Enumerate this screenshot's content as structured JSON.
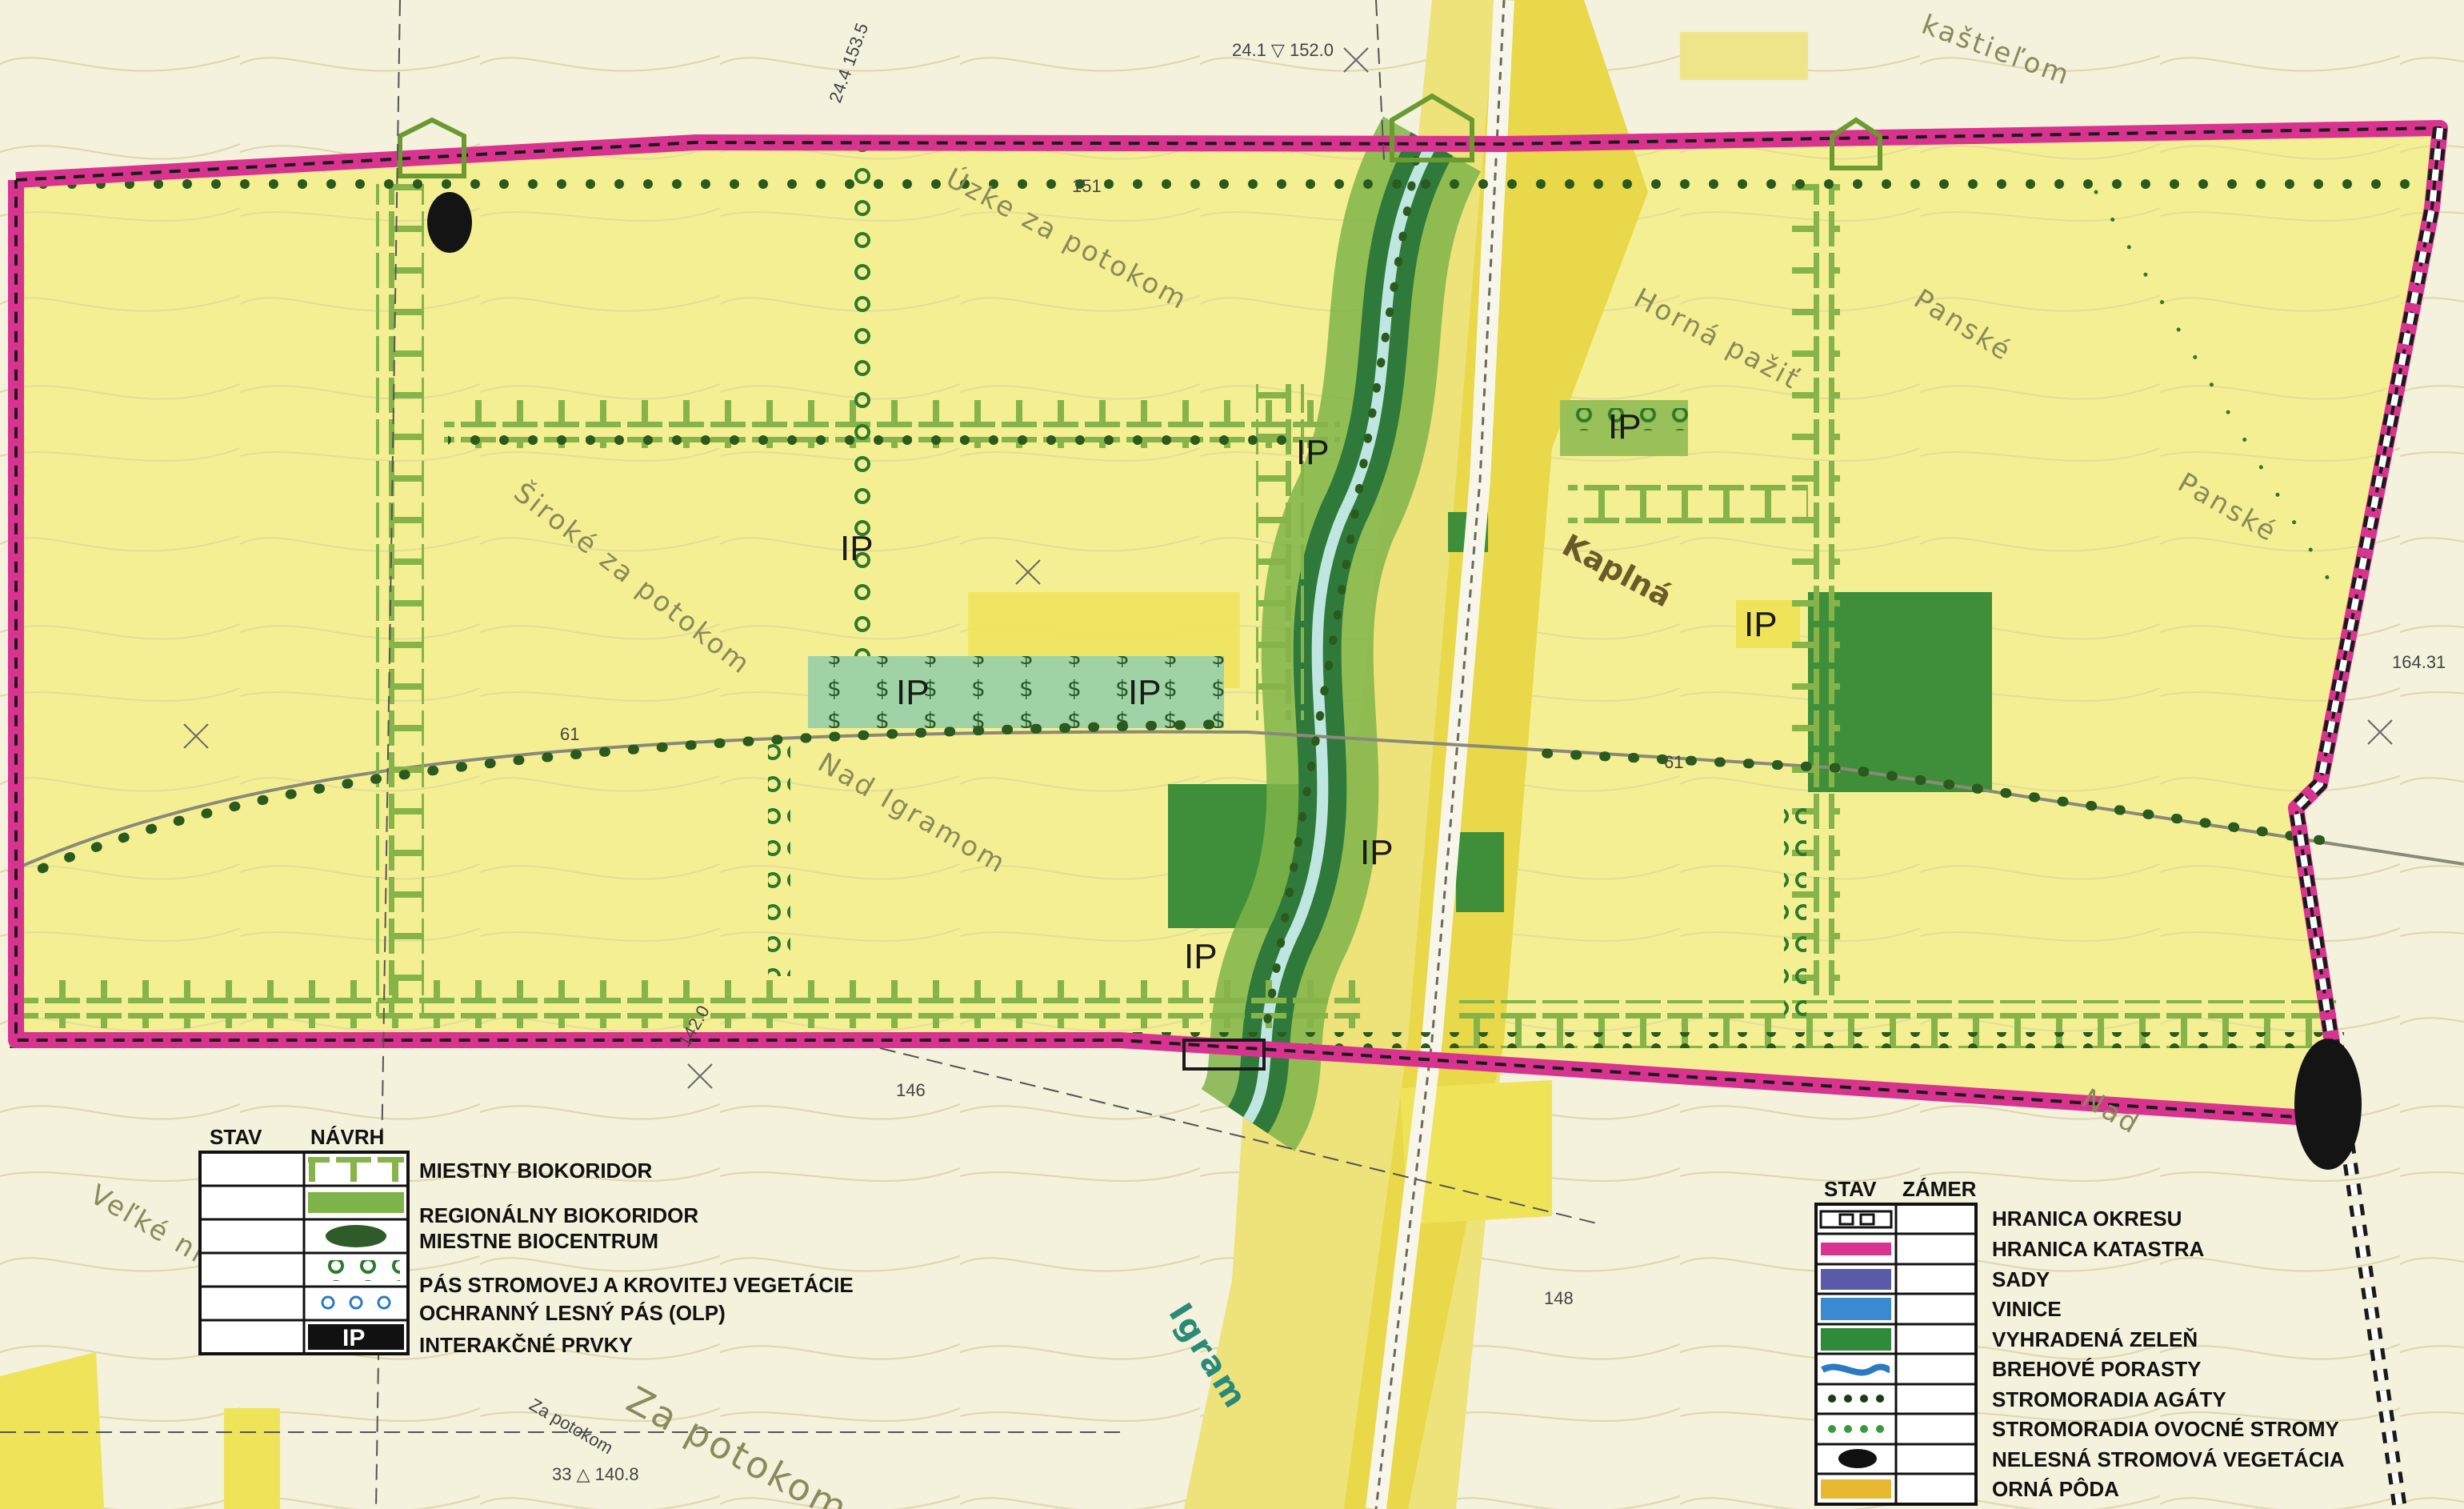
{
  "place_names": {
    "uzke": "Úzke za potokom",
    "siroke": "Široké za potokom",
    "nad_igramom": "Nad Igramom",
    "horna_pazit": "Horná pažiť",
    "panske_1": "Panské",
    "panske_2": "Panské",
    "kaplna": "Kaplná",
    "igram": "Igram",
    "za_potokom": "Za potokom",
    "za_potokom_small": "Za potokom",
    "kastielom": "kaštieľom",
    "velke": "Veľké ni",
    "nad_right": "Nad"
  },
  "ip_labels": [
    "IP",
    "IP",
    "IP",
    "IP",
    "IP",
    "IP",
    "IP",
    "IP"
  ],
  "numbers": {
    "road_61a": "61",
    "road_61b": "61",
    "n_151": "151",
    "n_146": "146",
    "n_148": "148",
    "n_1620": "24.1 ▽ 152.0",
    "n_1535": "24.4 153.5",
    "n_1408": "33 △ 140.8",
    "n_1431": "164.31",
    "n_1420": "142.0"
  },
  "legend_left": {
    "col_stav": "STAV",
    "col_navrh": "NÁVRH",
    "items": [
      {
        "label": "MIESTNY BIOKORIDOR",
        "icon": "local-biocorridor-icon"
      },
      {
        "label": "REGIONÁLNY BIOKORIDOR",
        "icon": "regional-biocorridor-icon"
      },
      {
        "label": "MIESTNE BIOCENTRUM",
        "icon": "local-biocenter-icon"
      },
      {
        "label": "PÁS STROMOVEJ A KROVITEJ VEGETÁCIE",
        "icon": "tree-shrub-belt-icon"
      },
      {
        "label": "OCHRANNÝ LESNÝ PÁS (OLP)",
        "icon": "protective-forest-belt-icon"
      },
      {
        "label": "INTERAKČNÉ PRVKY",
        "icon": "interaction-elements-icon",
        "symbol": "IP"
      }
    ]
  },
  "legend_right": {
    "col_stav": "STAV",
    "col_zamer": "ZÁMER",
    "items": [
      {
        "label": "HRANICA OKRESU",
        "icon": "district-border-icon"
      },
      {
        "label": "HRANICA KATASTRA",
        "icon": "cadastral-border-icon"
      },
      {
        "label": "SADY",
        "icon": "orchards-icon"
      },
      {
        "label": "VINICE",
        "icon": "vineyards-icon"
      },
      {
        "label": "VYHRADENÁ ZELEŇ",
        "icon": "reserved-greenery-icon"
      },
      {
        "label": "BREHOVÉ PORASTY",
        "icon": "riparian-vegetation-icon"
      },
      {
        "label": "STROMORADIA AGÁTY",
        "icon": "acacia-tree-rows-icon"
      },
      {
        "label": "STROMORADIA OVOCNÉ STROMY",
        "icon": "fruit-tree-rows-icon"
      },
      {
        "label": "NELESNÁ STROMOVÁ VEGETÁCIA",
        "icon": "non-forest-tree-vegetation-icon"
      },
      {
        "label": "ORNÁ PÔDA",
        "icon": "arable-land-icon"
      }
    ]
  },
  "colors": {
    "paper": "#f4f1dc",
    "arable": "#f5ef93",
    "arable_strong": "#efe35a",
    "cadastre_border": "#d8348f",
    "corridor_green": "#9ac05a",
    "dark_green": "#3f8f3a",
    "vineyard": "#9bd0a0",
    "river": "#2a8a7a",
    "urban": "#e8d84a"
  }
}
